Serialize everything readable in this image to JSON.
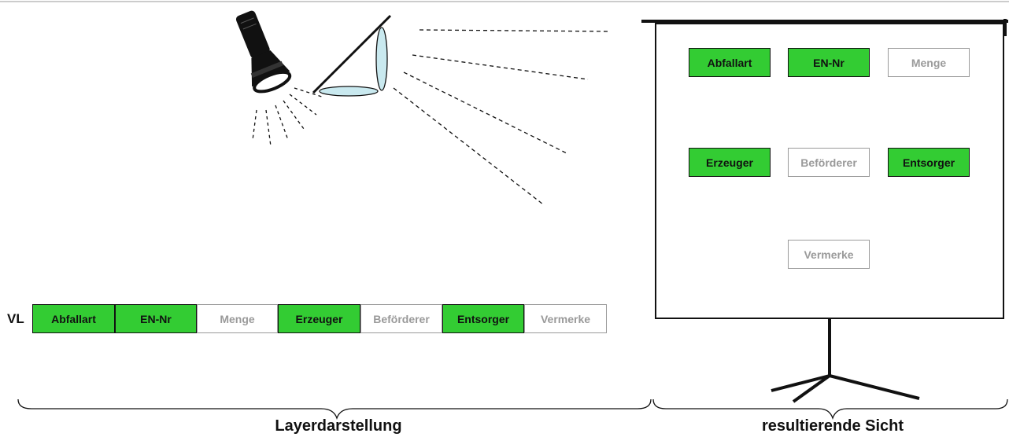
{
  "layer_row": {
    "prefix": "VL",
    "cells": [
      {
        "label": "Abfallart",
        "active": true
      },
      {
        "label": "EN-Nr",
        "active": true
      },
      {
        "label": "Menge",
        "active": false
      },
      {
        "label": "Erzeuger",
        "active": true
      },
      {
        "label": "Beförderer",
        "active": false
      },
      {
        "label": "Entsorger",
        "active": true
      },
      {
        "label": "Vermerke",
        "active": false
      }
    ]
  },
  "screen": {
    "items": [
      {
        "label": "Abfallart",
        "active": true
      },
      {
        "label": "EN-Nr",
        "active": true
      },
      {
        "label": "Menge",
        "active": false
      },
      {
        "label": "Erzeuger",
        "active": true
      },
      {
        "label": "Beförderer",
        "active": false
      },
      {
        "label": "Entsorger",
        "active": true
      },
      {
        "label": "Vermerke",
        "active": false
      }
    ]
  },
  "captions": {
    "left": "Layerdarstellung",
    "right": "resultierende Sicht"
  },
  "colors": {
    "active_fill": "#33cc33",
    "inactive_text": "#9a9a9a",
    "lens_fill": "#c9e9ef"
  }
}
